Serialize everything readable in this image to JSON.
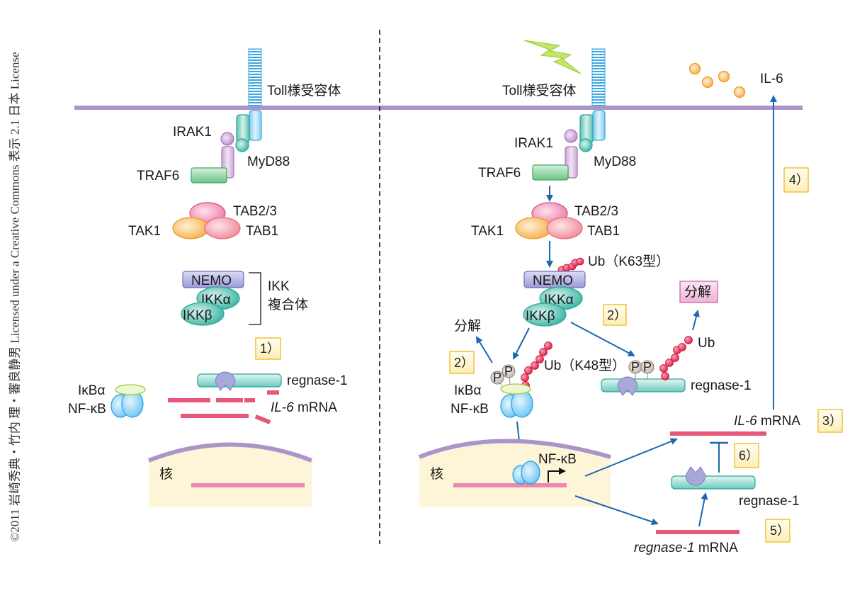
{
  "credit": "©2011 岩崎秀典・竹内 理・審良静男 Licensed under a Creative Commons 表示 2.1 日本 License",
  "colors": {
    "membrane": "#a995c8",
    "arrow": "#1b67b0",
    "mrna": "#e8567a",
    "dna": "#ee86b0",
    "nucleus_fill": "#fdf5d8",
    "step_box_fill": "#fff8d0",
    "step_box_stroke": "#f2c13a",
    "ub": "#e8345e",
    "il6": "#f4a93a",
    "signal": "#b8e04a"
  },
  "left": {
    "receptor": "Toll様受容体",
    "irak1": "IRAK1",
    "myd88": "MyD88",
    "traf6": "TRAF6",
    "tab23": "TAB2/3",
    "tak1": "TAK1",
    "tab1": "TAB1",
    "nemo": "NEMO",
    "ikka": "IKKα",
    "ikkb": "IKKβ",
    "ikk_complex_line1": "IKK",
    "ikk_complex_line2": "複合体",
    "step1": "1）",
    "ikba": "IκBα",
    "nfkb": "NF-κB",
    "regnase": "regnase-1",
    "il6_mrna_gene": "IL-6",
    "il6_mrna_suffix": " mRNA",
    "nucleus": "核"
  },
  "right": {
    "receptor": "Toll様受容体",
    "irak1": "IRAK1",
    "myd88": "MyD88",
    "traf6": "TRAF6",
    "tab23": "TAB2/3",
    "tak1": "TAK1",
    "tab1": "TAB1",
    "ub_k63": "Ub（K63型）",
    "nemo": "NEMO",
    "ikka": "IKKα",
    "ikkb": "IKKβ",
    "degrade_left": "分解",
    "step2_left": "2）",
    "step2_right": "2）",
    "ub_k48": "Ub（K48型）",
    "p": "P",
    "ikba": "IκBα",
    "nfkb": "NF-κB",
    "degrade_right": "分解",
    "ub": "Ub",
    "regnase_top": "regnase-1",
    "il6": "IL-6",
    "step4": "4）",
    "il6_mrna_gene": "IL-6",
    "il6_mrna_suffix": " mRNA",
    "step3": "3）",
    "step6": "6）",
    "regnase_bottom": "regnase-1",
    "regnase_mrna_gene": "regnase-1",
    "regnase_mrna_suffix": " mRNA",
    "step5": "5）",
    "nucleus": "核",
    "nfkb_nucleus": "NF-κB"
  }
}
